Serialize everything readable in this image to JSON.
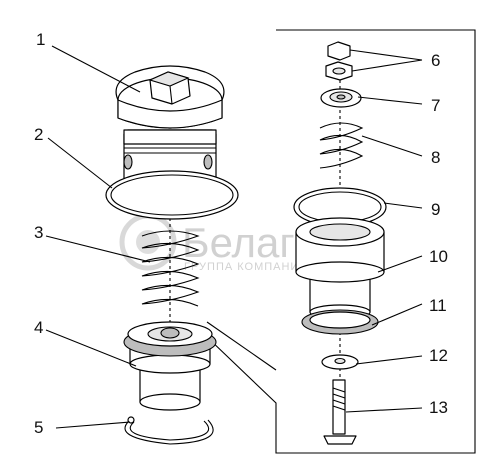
{
  "callouts": [
    {
      "id": "1",
      "label": "1"
    },
    {
      "id": "2",
      "label": "2"
    },
    {
      "id": "3",
      "label": "3"
    },
    {
      "id": "4",
      "label": "4"
    },
    {
      "id": "5",
      "label": "5"
    },
    {
      "id": "6",
      "label": "6"
    },
    {
      "id": "7",
      "label": "7"
    },
    {
      "id": "8",
      "label": "8"
    },
    {
      "id": "9",
      "label": "9"
    },
    {
      "id": "10",
      "label": "10"
    },
    {
      "id": "11",
      "label": "11"
    },
    {
      "id": "12",
      "label": "12"
    },
    {
      "id": "13",
      "label": "13"
    }
  ],
  "watermark": {
    "brand": "Белагро",
    "sub": "ГРУППА КОМПАНИЙ"
  }
}
